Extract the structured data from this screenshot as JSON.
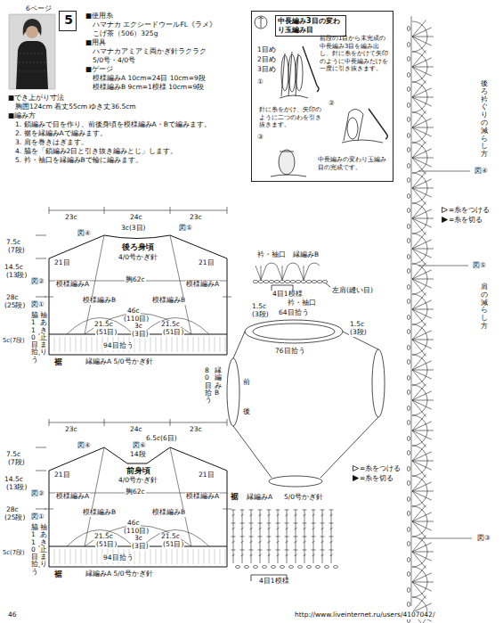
{
  "diagram": {
    "nodes": [
      {
        "text": [
          "5"
        ]
      },
      {
        "text": [
          "中長編み3目の変わり玉編み目",
          "前段の1目から未完成の中長編み3目を編み出し、針に糸をかけて矢印のように中長編みだけを一度に引き抜きます。",
          "針に糸をかけ、矢印のように二つのわを引き抜きます。",
          "中長編みの変わり玉編み目の完成です。"
        ]
      },
      {
        "text": [
          "後ろ身頃",
          "4/0号かぎ針"
        ]
      },
      {
        "text": [
          "前身頃",
          "4/0号かぎ針"
        ]
      }
    ],
    "labels": [
      "6ページ",
      "■使用糸",
      "ハマナカ エクシードウールFL《ラメ》",
      "こげ茶（506）325g",
      "■用具",
      "ハマナカアミアミ両かぎ針ラクラク",
      "5/0号・4/0号",
      "■ゲージ",
      "模様編みA 10cm=24目 10cm=9段",
      "模様編みB 9cm=1模様 10cm=9段",
      "■でき上がり寸法",
      "胸囲124cm 着丈55cm ゆき丈36.5cm",
      "■編み方",
      "1. 鎖編みで目を作り、前後身頃を模様編みA・Bで編みます。",
      "2. 裾を縁編みAで編みます。",
      "3. 肩を巻きはぎます。",
      "4. 脇を「鎖編み2目と引き抜き編みとじ」します。",
      "5. 衿・袖口を縁編みBで輪に編みます。",
      "①",
      "②",
      "③",
      "1目め",
      "2目め",
      "3目め",
      "23c",
      "24c",
      "23c",
      "3c(3目)",
      "図④",
      "図⑤",
      "21目",
      "21目",
      "7.5c",
      "(7段)",
      "14.5c",
      "(13段)",
      "図②",
      "図①",
      "模様編みA",
      "模様編みB",
      "胸62c",
      "模様編みB",
      "模様編みA",
      "28c",
      "(25段)",
      "袖あき止まり",
      "脇110目拾う",
      "46c",
      "(110目)",
      "21.5c",
      "(51目)",
      "3c",
      "(3目)",
      "21.5c",
      "(51目)",
      "5c(7段)",
      "94目拾う",
      "裾",
      "縁編みA 5/0号かぎ針",
      "23c",
      "24c",
      "23c",
      "図④",
      "図⑥",
      "6.5c(6目)",
      "21目",
      "21目",
      "14段",
      "7.5c",
      "(7段)",
      "14.5c",
      "(13段)",
      "図②",
      "図①",
      "模様編みA",
      "模様編みB",
      "胸62c",
      "模様編みB",
      "模様編みA",
      "28c",
      "(25段)",
      "袖あき止まり",
      "脇110目拾う",
      "46c",
      "(110目)",
      "21.5c",
      "(51目)",
      "3c",
      "(3目)",
      "21.5c",
      "(51目)",
      "5c(7段)",
      "94目拾う",
      "裾",
      "縁編みA 5/0号かぎ針",
      "衿・袖口",
      "縁編みB",
      "4目1模様",
      "左肩(縫い目)",
      "衿・袖口",
      "64目拾う",
      "1.5c",
      "(3段)",
      "1.5c",
      "(3段)",
      "76目拾う",
      "80目拾う",
      "縁編みB",
      "前",
      "後",
      "裾",
      "縁編みA",
      "5/0号かぎ針",
      "4目1模様",
      "後ろ衿ぐりの減らし方",
      "図④",
      "図⑤",
      "肩の減らし方",
      "図③",
      "46",
      "http://www.liveinternet.ru/users/4107042/"
    ],
    "legend": [
      {
        "text": "=糸をつける"
      },
      {
        "text": "=糸を切る"
      },
      {
        "text": "=糸をつける"
      },
      {
        "text": "=糸を切る"
      }
    ]
  }
}
